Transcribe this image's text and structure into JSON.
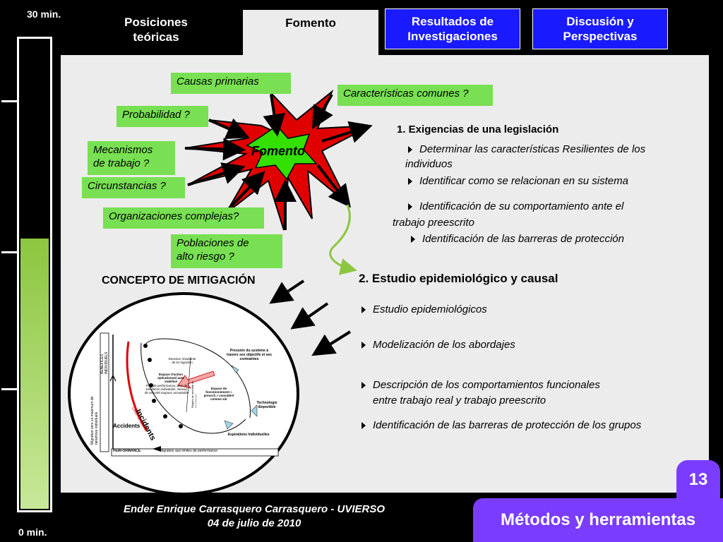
{
  "timer": {
    "top_label": "30 min.",
    "bottom_label": "0 min.",
    "elapsed_fraction": 0.58
  },
  "tabs": [
    {
      "label": "Posiciones teóricas"
    },
    {
      "label": "Fomento"
    },
    {
      "label": "Resultados de Investigaciones"
    },
    {
      "label": "Discusión y Perspectivas"
    }
  ],
  "mindmap": {
    "center": "Fomento",
    "boxes": {
      "causas": "Causas primarias",
      "probabilidad": "Probabilidad ?",
      "mecanismos_1": "Mecanismos",
      "mecanismos_2": "de trabajo ?",
      "circunstancias": "Circunstancias ?",
      "organizaciones": "Organizaciones complejas?",
      "poblaciones_1": "Poblaciones de",
      "poblaciones_2": "alto riesgo ?",
      "caracteristicas": "Características comunes ?"
    }
  },
  "section1": {
    "title": "1. Exigencias de una legislación",
    "items": [
      "Determinar las características Resilientes de los",
      "individuos",
      "Identificar como se relacionan en su sistema",
      "Identificación de su comportamiento ante el",
      "trabajo preescrito",
      "Identificación de las barreras de protección"
    ]
  },
  "section2": {
    "title": "2. Estudio epidemiológico y causal",
    "items": [
      "Estudio epidemiológicos",
      "Modelización de los abordajes",
      "Descripción de los comportamientos funcionales",
      "entre trabajo real  y trabajo preescrito",
      "Identificación de las barreras de protección de los grupos"
    ]
  },
  "concept": {
    "title": "CONCEPTO DE MITIGACIÓN",
    "diagram": {
      "benefices": "BENEFICES INDIVIDUELS",
      "migration_left": "Migration vers un maximum de bénéfices individuels",
      "pression": "Pression du système à travers ses objectifs et ses contraintes",
      "direction": "Direction résultante de la migration",
      "espace_action": "Espace d'action opérationnel auto stabilisé",
      "plus_perf": "Plus de performance, plus de bénéfices individuels. Niveau de sécurité toujours acceptable",
      "espace_fonctionnement": "Espace de fonctionnement « prescrit » considéré comme sûr",
      "regles": "Règles de sécurité et procédures",
      "technologie": "Technologie disponible",
      "incidents": "Incidents",
      "limite": "Limite de sécurité",
      "accidents": "Accidents",
      "aspirations": "Aspirations Individuelles",
      "performance": "PERFORMANCE",
      "migration_bottom": "Migration aux limites de performance"
    }
  },
  "footer": {
    "author": "Ender Enrique Carrasquero Carrasquero - UVIERSO",
    "date": "04 de julio de 2010"
  },
  "page_number": "13",
  "section_label": "Métodos y herramientas",
  "colors": {
    "green_box": "#78e052",
    "blue_tab": "#1a1aff",
    "purple": "#7a3cff",
    "panel": "#ececec",
    "timer_fill": "#8cc63f"
  }
}
